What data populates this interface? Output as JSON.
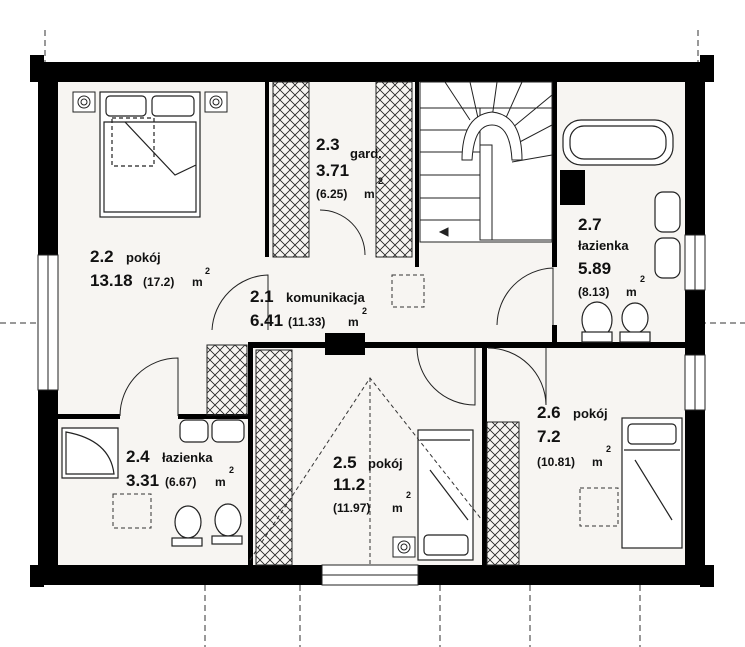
{
  "rooms": [
    {
      "id": "r21",
      "number": "2.1",
      "name": "komunikacja",
      "area": "6.41",
      "gross": "(11.33)",
      "unit": "m",
      "sup": "2"
    },
    {
      "id": "r22",
      "number": "2.2",
      "name": "pokój",
      "area": "13.18",
      "gross": "(17.2)",
      "unit": "m",
      "sup": "2"
    },
    {
      "id": "r23",
      "number": "2.3",
      "name": "gard.",
      "area": "3.71",
      "gross": "(6.25)",
      "unit": "m",
      "sup": "2"
    },
    {
      "id": "r24",
      "number": "2.4",
      "name": "łazienka",
      "area": "3.31",
      "gross": "(6.67)",
      "unit": "m",
      "sup": "2"
    },
    {
      "id": "r25",
      "number": "2.5",
      "name": "pokój",
      "area": "11.2",
      "gross": "(11.97)",
      "unit": "m",
      "sup": "2"
    },
    {
      "id": "r26",
      "number": "2.6",
      "name": "pokój",
      "area": "7.2",
      "gross": "(10.81)",
      "unit": "m",
      "sup": "2"
    },
    {
      "id": "r27",
      "number": "2.7",
      "name": "łazienka",
      "area": "5.89",
      "gross": "(8.13)",
      "unit": "m",
      "sup": "2"
    }
  ],
  "colors": {
    "wall": "#000000",
    "floor": "#f7f5f2",
    "line": "#222222",
    "dash": "#333333"
  }
}
